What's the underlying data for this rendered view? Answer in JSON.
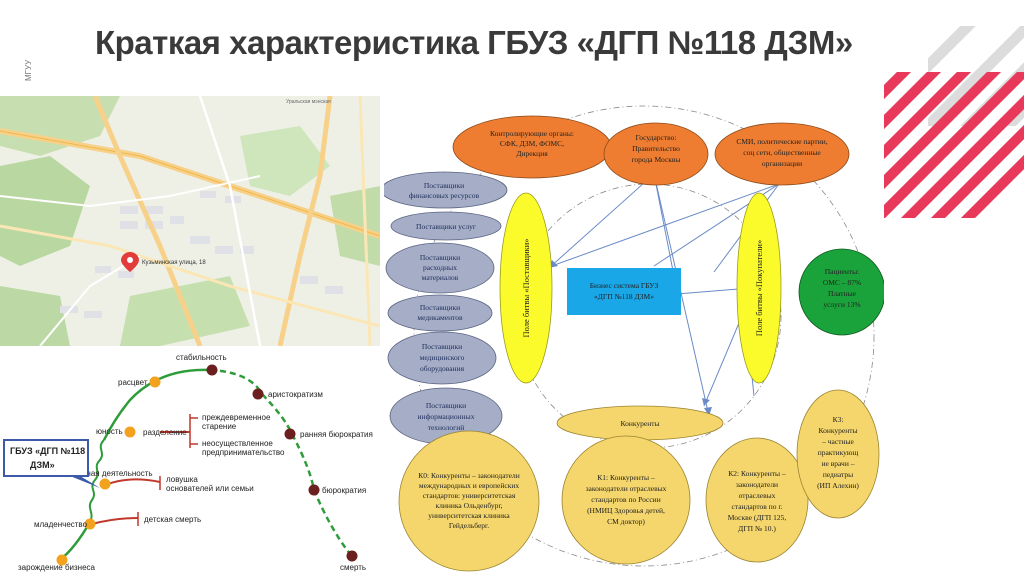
{
  "side_label": "МГУУ",
  "title": "Краткая характеристика ГБУЗ «ДГП №118 ДЗМ»",
  "map": {
    "address": "Кузьминская улица, 18",
    "top_label": "Уральская мэнская"
  },
  "lifecycle": {
    "stages": [
      "стабильность",
      "расцвет",
      "аристократизм",
      "юность",
      "ранняя бюрократия",
      "активная деятельность",
      "бюрократия",
      "младенчество",
      "зарождение бизнеса",
      "смерть"
    ],
    "branches": {
      "razdelenie": "разделение",
      "premature_1": "преждевременное",
      "premature_2": "старение",
      "nonimpl_1": "неосуществленное",
      "nonimpl_2": "предпринимательство",
      "trap_1": "ловушка",
      "trap_2": "основателей или семьи",
      "infant_death": "детская смерть"
    },
    "callout_line1": "ГБУЗ «ДГП №118",
    "callout_line2": "ДЗМ»"
  },
  "diagram": {
    "top": {
      "control": [
        "Контролирующие органы:",
        "СФК, ДЗМ, ФОМС,",
        "Дирекция"
      ],
      "state": [
        "Государство:",
        "Правительство",
        "города Москвы"
      ],
      "media": [
        "СМИ, политические партии,",
        "соц сети, общественные",
        "организации"
      ]
    },
    "suppliers": [
      [
        "Поставщики",
        "финансовых ресурсов"
      ],
      [
        "Поставщики услуг"
      ],
      [
        "Поставщики",
        "расходных",
        "материалов"
      ],
      [
        "Поставщики",
        "медикаментов"
      ],
      [
        "Поставщики",
        "медицинского",
        "оборудования"
      ],
      [
        "Поставщики",
        "информационных",
        "технологий"
      ]
    ],
    "field_suppliers": "Поле битвы «Поставщики»",
    "field_buyers": "Поле битвы «Покупатели»",
    "business": [
      "Бизнес система ГБУЗ",
      "«ДГП №118 ДЗМ»"
    ],
    "patients": [
      "Пациенты:",
      "ОМС – 87%",
      "Платные",
      "услуги 13%"
    ],
    "competitors": "Конкуренты",
    "k0": [
      "К0: Конкуренты – законодатели",
      "международных и европейских",
      "стандартов: университетская",
      "клиника Ольденбург,",
      "университетская клиника",
      "Гейдельберг."
    ],
    "k1": [
      "К1: Конкуренты –",
      "законодатели отраслевых",
      "стандартов по России",
      "(НМИЦ Здоровья детей,",
      "СМ доктор)"
    ],
    "k2": [
      "К2: Конкуренты –",
      "законодатели",
      "отраслевых",
      "стандартов по г.",
      "Москве (ДГП 125,",
      "ДГП № 10.)"
    ],
    "k3": [
      "К3:",
      "Конкуренты",
      "– частные",
      "практикующ",
      "ие врачи –",
      "педиатры",
      "(ИП Алехин)"
    ]
  },
  "colors": {
    "orange": "#ee7d31",
    "gray_blue": "#a5aec6",
    "yellow": "#fbfb2c",
    "light_yellow": "#f5d66c",
    "business_blue": "#1aa7e8",
    "green": "#1aa33b",
    "red_stripes": "#e8395a"
  }
}
